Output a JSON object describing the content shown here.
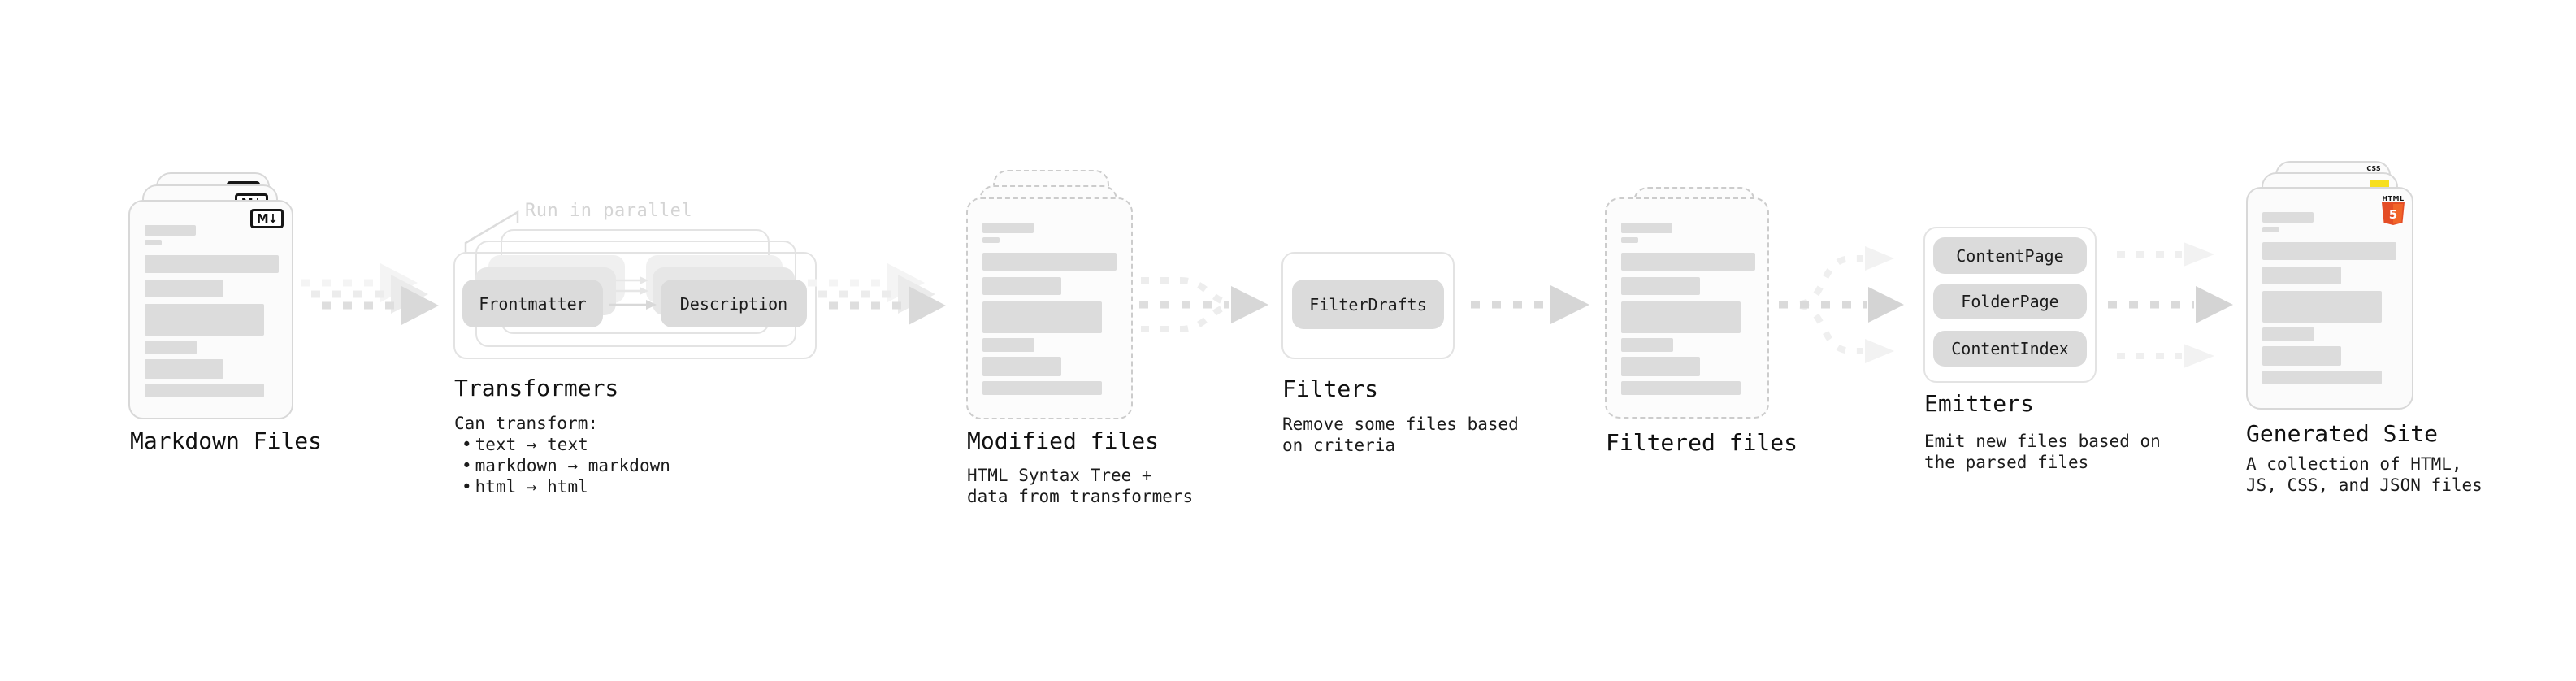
{
  "colors": {
    "css_blue": "#2965f1",
    "js_yellow": "#f7df1e",
    "html5_orange": "#e44d26",
    "html5_orange_light": "#f16529"
  },
  "stages": {
    "markdown_files": {
      "title": "Markdown Files",
      "badge": "M↓"
    },
    "transformers": {
      "title": "Transformers",
      "annotation": "Run in parallel",
      "chip_left": "Frontmatter",
      "chip_right": "Description",
      "desc_heading": "Can transform:",
      "bullet": "•",
      "bullets": [
        "text → text",
        "markdown → markdown",
        "html → html"
      ]
    },
    "modified_files": {
      "title": "Modified files",
      "desc_lines": [
        "HTML Syntax Tree +",
        "data from transformers"
      ]
    },
    "filters": {
      "title": "Filters",
      "chip": "FilterDrafts",
      "desc_lines": [
        "Remove some files based",
        "on criteria"
      ]
    },
    "filtered_files": {
      "title": "Filtered files"
    },
    "emitters": {
      "title": "Emitters",
      "chips": [
        "ContentPage",
        "FolderPage",
        "ContentIndex"
      ],
      "desc_lines": [
        "Emit new files based on",
        "the parsed files"
      ]
    },
    "generated_site": {
      "title": "Generated Site",
      "badge_css": "CSS",
      "badge_html_text": "HTML",
      "badge_html_number": "5",
      "desc_lines": [
        "A collection of HTML,",
        "JS, CSS, and JSON files"
      ]
    }
  }
}
